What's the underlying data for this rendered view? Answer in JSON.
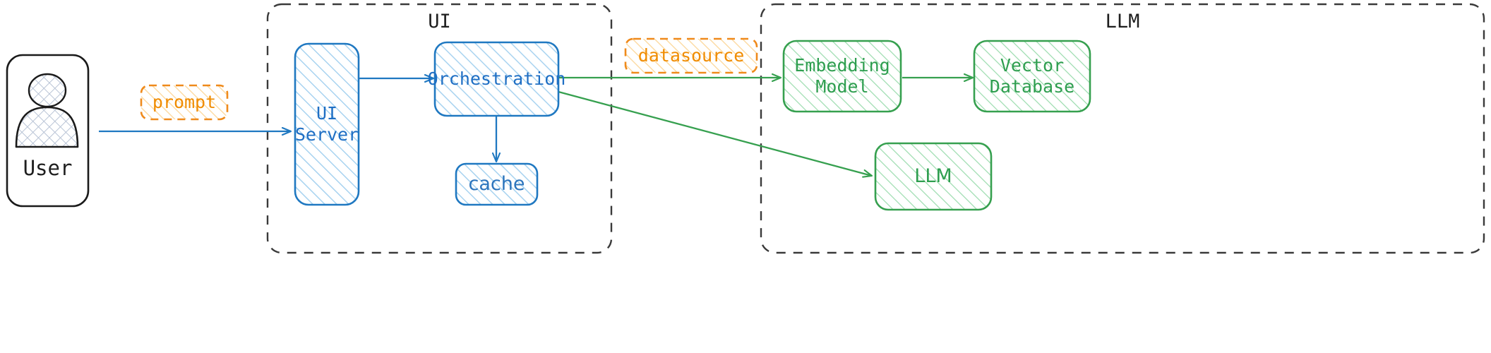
{
  "diagram": {
    "type": "architecture-flow",
    "title": "RAG application architecture",
    "colors": {
      "blue_stroke": "#1f78c1",
      "blue_text": "#1f6fc4",
      "blue_hatch": "#a8d3f0",
      "green_stroke": "#36a04f",
      "green_text": "#2e9e4f",
      "green_hatch": "#9bdcae",
      "orange_stroke": "#ef8a1b",
      "orange_text": "#f08c00",
      "orange_hatch": "#fcd79a",
      "group_border": "#3a3a3a",
      "actor_stroke": "#1a1a1a",
      "actor_hatch": "#b9c4d6",
      "background": "#ffffff"
    },
    "groups": [
      {
        "id": "ui",
        "label": "UI",
        "label_align": "center"
      },
      {
        "id": "llm",
        "label": "LLM",
        "label_align": "center"
      }
    ],
    "actors": [
      {
        "id": "user",
        "label": "User",
        "icon": "person-icon"
      }
    ],
    "nodes": [
      {
        "id": "ui-server",
        "label": "UI\nServer",
        "group": "ui",
        "style": "blue",
        "font": "mono"
      },
      {
        "id": "orchestration",
        "label": "Orchestration",
        "group": "ui",
        "style": "blue",
        "font": "mono"
      },
      {
        "id": "cache",
        "label": "cache",
        "group": "ui",
        "style": "blue",
        "font": "sans"
      },
      {
        "id": "embedding-model",
        "label": "Embedding\nModel",
        "group": "llm",
        "style": "green",
        "font": "mono"
      },
      {
        "id": "vector-database",
        "label": "Vector\nDatabase",
        "group": "llm",
        "style": "green",
        "font": "mono"
      },
      {
        "id": "llm",
        "label": "LLM",
        "group": "llm",
        "style": "green",
        "font": "sans"
      }
    ],
    "notes": [
      {
        "id": "prompt-note",
        "label": "prompt",
        "style": "orange"
      },
      {
        "id": "datasource-note",
        "label": "datasource",
        "style": "orange"
      }
    ],
    "edges": [
      {
        "id": "user-to-ui-server",
        "from": "user",
        "to": "ui-server",
        "color": "blue",
        "arrow": true,
        "label": "prompt"
      },
      {
        "id": "ui-server-to-orchestration",
        "from": "ui-server",
        "to": "orchestration",
        "color": "blue",
        "arrow": true,
        "label": ""
      },
      {
        "id": "orchestration-to-cache",
        "from": "orchestration",
        "to": "cache",
        "color": "blue",
        "arrow": true,
        "label": ""
      },
      {
        "id": "orchestration-to-embedding",
        "from": "orchestration",
        "to": "embedding-model",
        "color": "green",
        "arrow": true,
        "label": "datasource"
      },
      {
        "id": "orchestration-to-llm",
        "from": "orchestration",
        "to": "llm",
        "color": "green",
        "arrow": true,
        "label": ""
      },
      {
        "id": "embedding-to-vector-database",
        "from": "embedding-model",
        "to": "vector-database",
        "color": "green",
        "arrow": true,
        "label": ""
      }
    ]
  }
}
